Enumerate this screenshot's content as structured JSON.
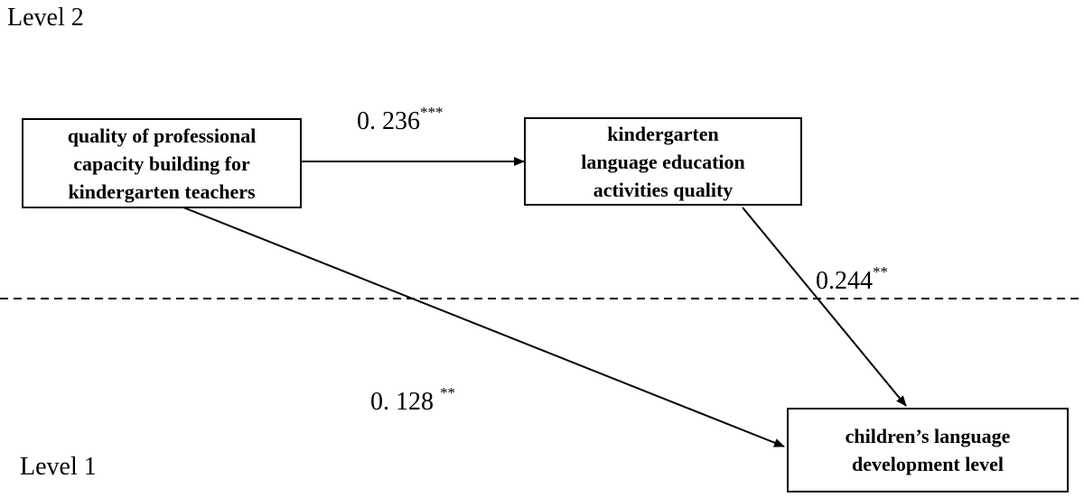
{
  "levels": {
    "top": "Level 2",
    "bottom": "Level 1"
  },
  "nodes": {
    "teacher_capacity": {
      "lines": [
        "quality of professional",
        "capacity building for",
        "kindergarten teachers"
      ]
    },
    "language_activities": {
      "lines": [
        "kindergarten",
        "language education",
        "activities quality"
      ]
    },
    "child_language": {
      "lines": [
        "children’s language",
        "development level"
      ]
    }
  },
  "paths": {
    "teacher_to_activities": {
      "value": "0. 236",
      "sig": "***"
    },
    "activities_to_child": {
      "value": "0.244",
      "sig": "**"
    },
    "teacher_to_child": {
      "value": "0. 128 ",
      "sig": "**"
    }
  },
  "colors": {
    "line": "#000000",
    "background": "#ffffff"
  }
}
